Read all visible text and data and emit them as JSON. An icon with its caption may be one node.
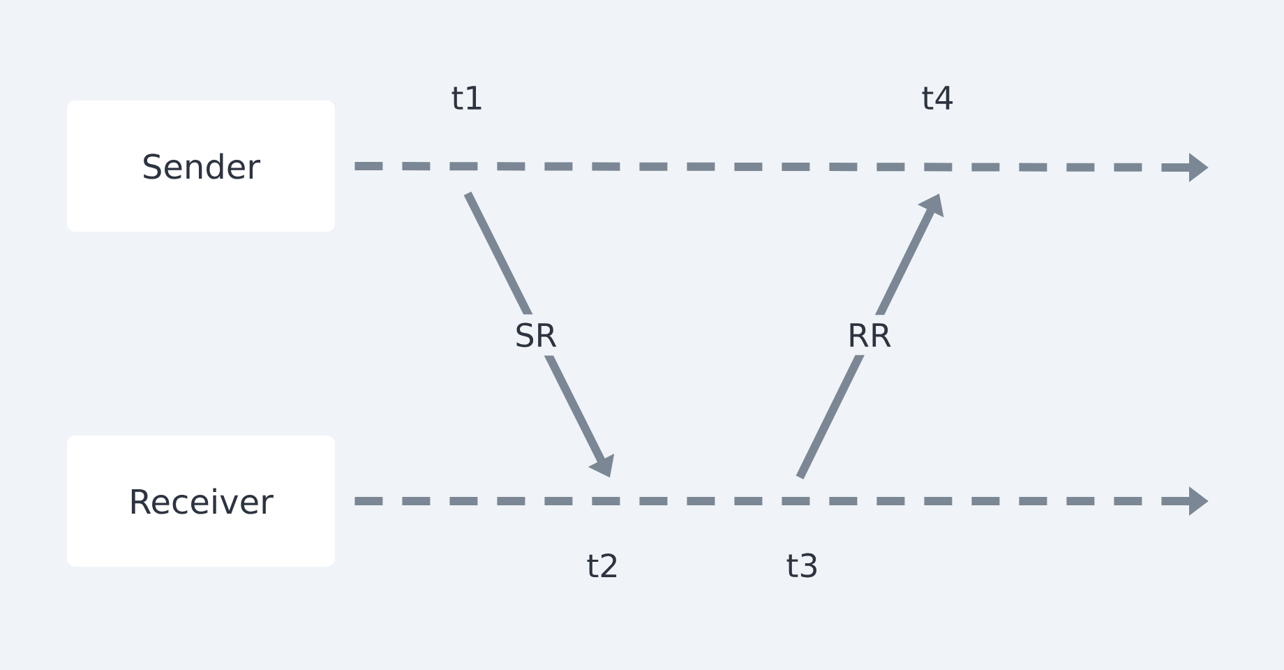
{
  "diagram": {
    "nodes": [
      {
        "text": [
          "Sender"
        ]
      },
      {
        "text": [
          "Receiver"
        ]
      },
      {
        "text": [
          "t1"
        ]
      },
      {
        "text": [
          "t2"
        ]
      },
      {
        "text": [
          "t3"
        ]
      },
      {
        "text": [
          "t4"
        ]
      }
    ],
    "edges": [
      {
        "from": 0,
        "to": null,
        "arrow": "to",
        "style": "dashed"
      },
      {
        "from": 1,
        "to": null,
        "arrow": "to",
        "style": "dashed"
      },
      {
        "from": 2,
        "to": 3,
        "arrow": "to",
        "label": "SR"
      },
      {
        "from": 4,
        "to": 5,
        "arrow": "to",
        "label": "RR"
      }
    ]
  }
}
